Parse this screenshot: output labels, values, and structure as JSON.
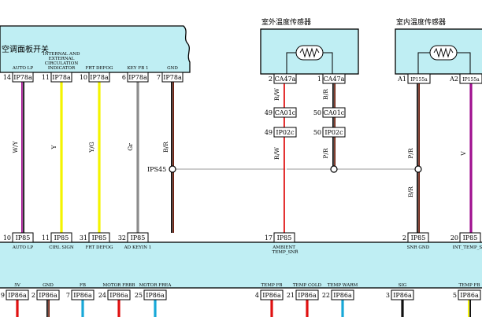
{
  "colors": {
    "panel": "#bfeef3",
    "black": "#111111",
    "red": "#e01010",
    "violet": "#a01090",
    "yellow": "#f4f400",
    "gray": "#8c8c8c",
    "brown": "#6a1c0c",
    "cyan": "#18a8d8",
    "white": "#ffffff",
    "ground_line": "#999999"
  },
  "panel": {
    "title": "空调面板开关",
    "top_pins": [
      {
        "num": "14",
        "conn": "IP78a",
        "name": "AUTO LP"
      },
      {
        "num": "11",
        "conn": "IP78a",
        "name": "INTERNAL AND EXTERNAL CIRCULATION INDICATOR"
      },
      {
        "num": "10",
        "conn": "IP78a",
        "name": "FRT DEFOG"
      },
      {
        "num": "6",
        "conn": "IP78a",
        "name": "KEY FB 1"
      },
      {
        "num": "7",
        "conn": "IP78a",
        "name": "GND"
      }
    ]
  },
  "wires": [
    {
      "code": "W/Y",
      "colors": [
        "violet",
        "black"
      ]
    },
    {
      "code": "Y",
      "colors": [
        "yellow"
      ]
    },
    {
      "code": "Y/G",
      "colors": [
        "yellow"
      ]
    },
    {
      "code": "Gr",
      "colors": [
        "gray"
      ]
    },
    {
      "code": "B/R",
      "colors": [
        "black",
        "brown"
      ]
    },
    {
      "code": "R/W",
      "colors": [
        "red",
        "white"
      ]
    },
    {
      "code": "B/R",
      "colors": [
        "black",
        "brown"
      ]
    },
    {
      "code": "R/W",
      "colors": [
        "red",
        "white"
      ]
    },
    {
      "code": "P/R",
      "colors": [
        "black",
        "brown"
      ]
    },
    {
      "code": "P/R",
      "colors": [
        "black",
        "brown"
      ]
    },
    {
      "code": "B/R",
      "colors": [
        "black",
        "brown"
      ]
    },
    {
      "code": "V",
      "colors": [
        "violet"
      ]
    }
  ],
  "outdoor_sensor": {
    "title": "室外温度传感器",
    "pins": [
      {
        "num": "2",
        "conn": "CA47a"
      },
      {
        "num": "1",
        "conn": "CA47a"
      }
    ]
  },
  "indoor_sensor": {
    "title": "室内温度传感器",
    "pins": [
      {
        "num": "A1",
        "conn": "IP155a"
      },
      {
        "num": "A2",
        "conn": "IP155a"
      }
    ]
  },
  "inline_connectors": [
    {
      "num": "49",
      "conn": "CA01c"
    },
    {
      "num": "50",
      "conn": "CA01c"
    },
    {
      "num": "49",
      "conn": "IP02c"
    },
    {
      "num": "50",
      "conn": "IP02c"
    }
  ],
  "ground_splice": "IPS45",
  "module": {
    "top_pins": [
      {
        "num": "10",
        "conn": "IP85",
        "name": "AUTO LP"
      },
      {
        "num": "11",
        "conn": "IP85",
        "name": "CIRL SIGN"
      },
      {
        "num": "31",
        "conn": "IP85",
        "name": "FRT DEFOG"
      },
      {
        "num": "32",
        "conn": "IP85",
        "name": "AD KEYIN 1"
      },
      {
        "num": "17",
        "conn": "IP85",
        "name": "AMBIENT_ TEMP_SNR"
      },
      {
        "num": "2",
        "conn": "IP85",
        "name": "SNR GND"
      },
      {
        "num": "20",
        "conn": "IP85",
        "name": "INT_TEMP_SNR"
      }
    ],
    "bottom_pins": [
      {
        "num": "9",
        "conn": "IP86a",
        "name": "5V"
      },
      {
        "num": "2",
        "conn": "IP86a",
        "name": "GND"
      },
      {
        "num": "7",
        "conn": "IP86a",
        "name": "FB"
      },
      {
        "num": "24",
        "conn": "IP86a",
        "name": "MOTOR FRBB"
      },
      {
        "num": "25",
        "conn": "IP86a",
        "name": "MOTOR FREA"
      },
      {
        "num": "4",
        "conn": "IP86a",
        "name": "TEMP FB"
      },
      {
        "num": "21",
        "conn": "IP86a",
        "name": "TEMP COLD"
      },
      {
        "num": "22",
        "conn": "IP86a",
        "name": "TEMP WARM"
      },
      {
        "num": "3",
        "conn": "IP86a",
        "name": "SIG"
      },
      {
        "num": "5",
        "conn": "IP86a",
        "name": "TEMP FB"
      }
    ]
  }
}
